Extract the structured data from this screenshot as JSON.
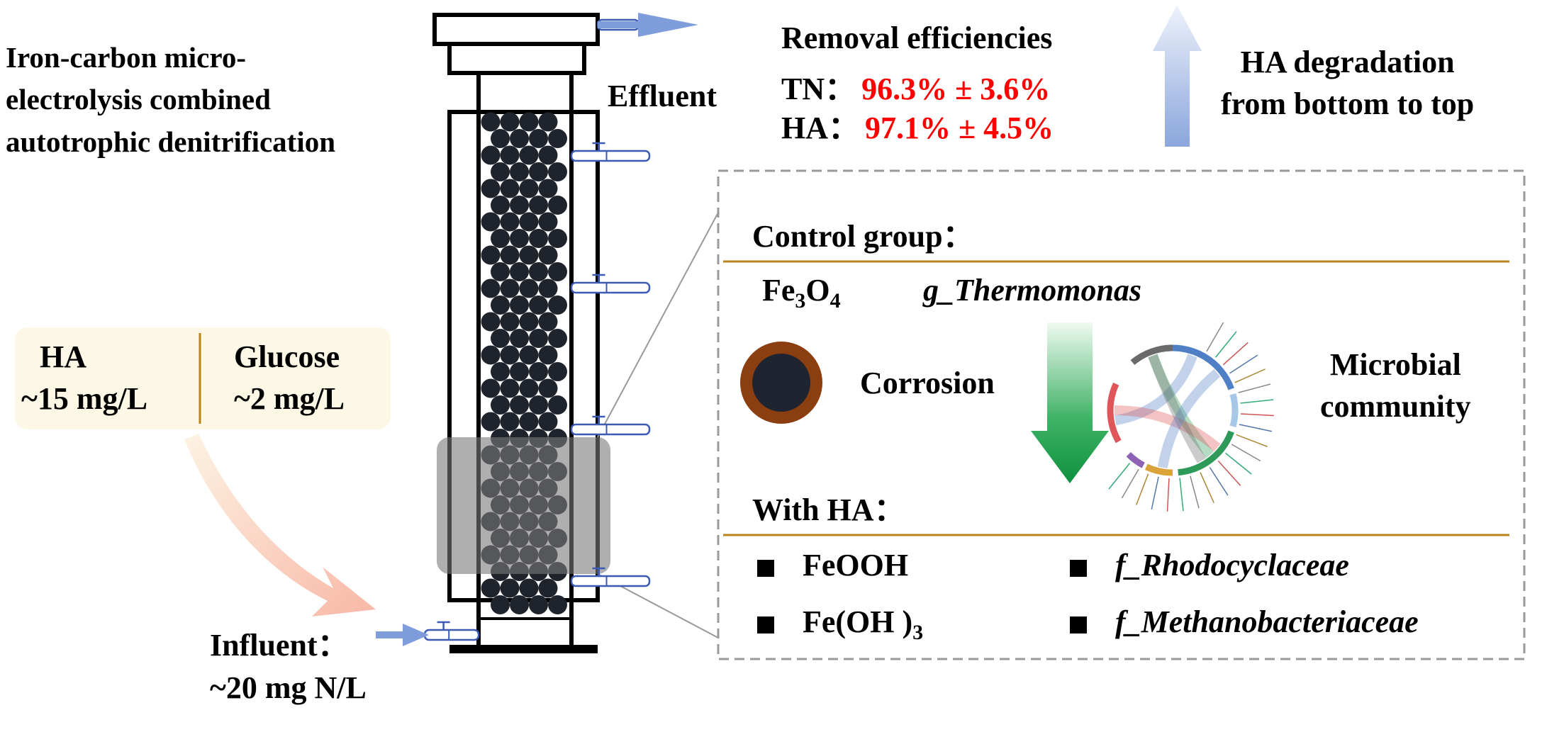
{
  "title_lines": [
    "Iron-carbon micro-",
    "electrolysis combined",
    "autotrophic denitrification"
  ],
  "effluent": "Effluent",
  "influent": {
    "label": "Influent：",
    "value": "~20 mg N/L"
  },
  "feed": {
    "ha_label": "HA",
    "ha_value": "~15 mg/L",
    "glucose_label": "Glucose",
    "glucose_value": "~2 mg/L"
  },
  "removal": {
    "title": "Removal efficiencies",
    "tn_label": "TN：",
    "tn_value": "96.3% ± 3.6%",
    "ha_label": "HA：",
    "ha_value": "97.1% ± 4.5%"
  },
  "degradation": [
    "HA degradation",
    "from bottom to top"
  ],
  "panel": {
    "control_title": "Control group：",
    "fe3o4": {
      "base": "Fe",
      "sub1": "3",
      "mid": "O",
      "sub2": "4"
    },
    "control_genus": "g_Thermomonas",
    "corrosion": "Corrosion",
    "microbial": [
      "Microbial",
      "community"
    ],
    "with_ha_title": "With HA：",
    "with_ha_items": [
      "FeOOH",
      "Fe(OH )",
      "f_Rhodocyclaceae",
      "f_Methanobacteriaceae"
    ],
    "feoh3_sub": "3"
  },
  "colors": {
    "accent_red": "#ff0000",
    "gold_line": "#b8861b",
    "rust": "#8b3e0f",
    "pipe_blue": "#3b5bb5",
    "arrow_blue": "#7f9ddb",
    "green": "#13943f"
  }
}
